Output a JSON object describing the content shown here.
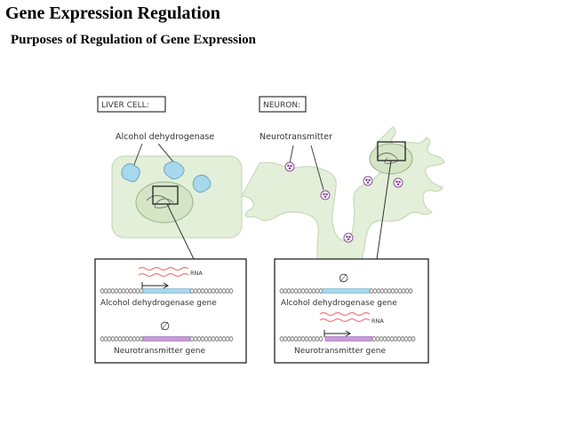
{
  "slide": {
    "title": "Gene Expression Regulation",
    "subtitle": "Purposes of Regulation of Gene Expression"
  },
  "liver": {
    "label": "LIVER CELL:",
    "protein_label": "Alcohol dehydrogenase",
    "cell_fill": "#e3efd8",
    "enzyme_fill": "#a8d8ec"
  },
  "neuron": {
    "label": "NEURON:",
    "protein_label": "Neurotransmitter",
    "cell_fill": "#e3efd8",
    "vesicle_color": "#8a4e9c"
  },
  "liver_inset": {
    "rna_label": "RNA",
    "gene1_label": "Alcohol dehydrogenase gene",
    "gene2_label": "Neurotransmitter gene",
    "gene2_symbol": "∅",
    "gene1_color": "#a8d8ec",
    "gene2_color": "#c79ad8",
    "rna_color": "#f07c7c"
  },
  "neuron_inset": {
    "gene1_symbol": "∅",
    "gene1_label": "Alcohol dehydrogenase gene",
    "rna_label": "RNA",
    "gene2_label": "Neurotransmitter gene"
  }
}
